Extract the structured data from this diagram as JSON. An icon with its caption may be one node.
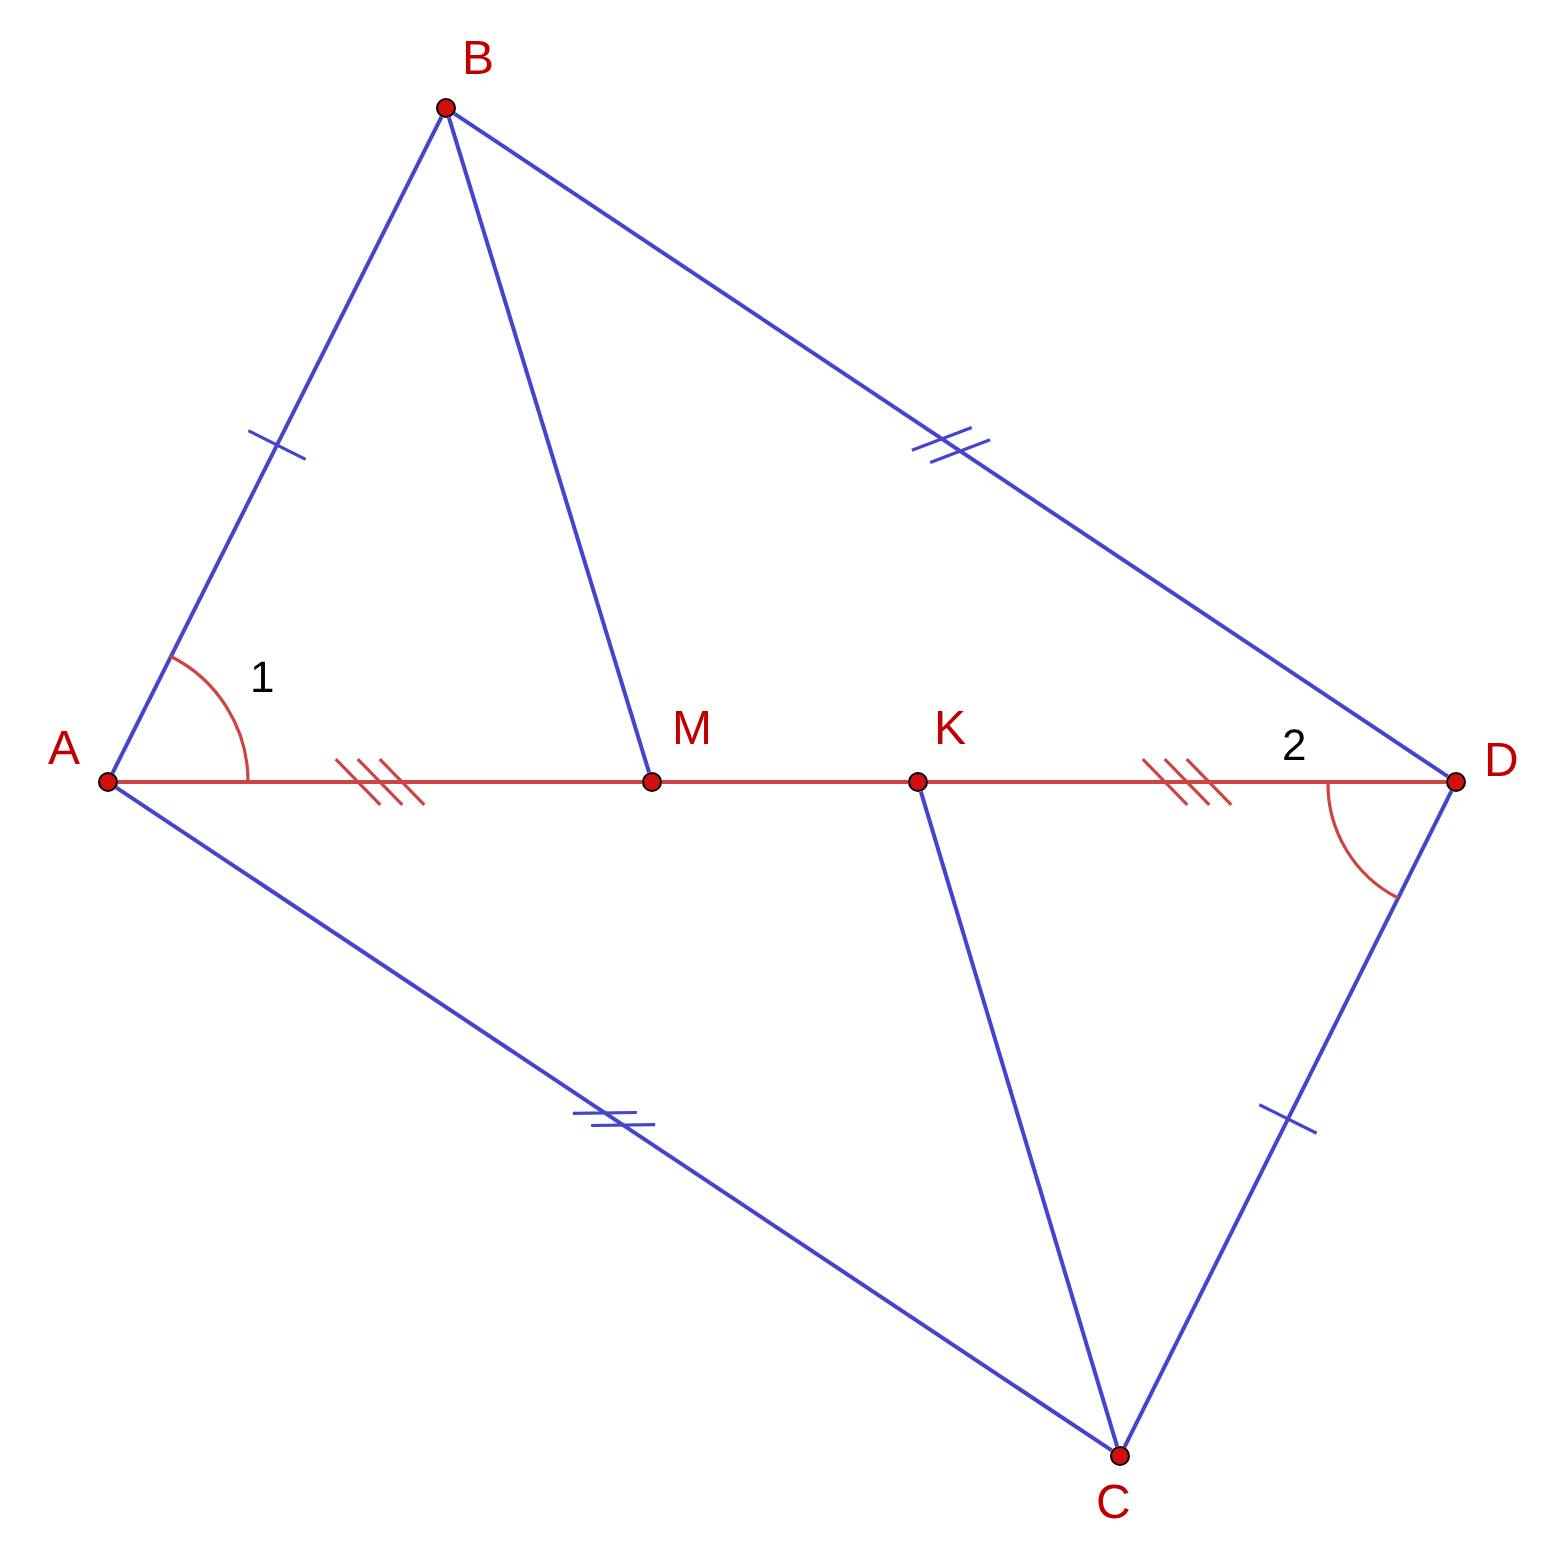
{
  "diagram": {
    "nodes": [
      {
        "text": [
          "B"
        ]
      },
      {
        "text": [
          "A"
        ]
      },
      {
        "text": [
          "M"
        ]
      },
      {
        "text": [
          "K"
        ]
      },
      {
        "text": [
          "D"
        ]
      },
      {
        "text": [
          "C"
        ]
      }
    ],
    "edges": [
      {
        "from": 1,
        "to": 0,
        "arrow": "none"
      },
      {
        "from": 0,
        "to": 2,
        "arrow": "none"
      },
      {
        "from": 0,
        "to": 4,
        "arrow": "none"
      },
      {
        "from": 1,
        "to": 2,
        "arrow": "none",
        "color": "#cc4444"
      },
      {
        "from": 2,
        "to": 3,
        "arrow": "none",
        "color": "#cc4444"
      },
      {
        "from": 3,
        "to": 4,
        "arrow": "none",
        "color": "#cc4444"
      },
      {
        "from": 1,
        "to": 5,
        "arrow": "none"
      },
      {
        "from": 3,
        "to": 5,
        "arrow": "none"
      },
      {
        "from": 4,
        "to": 5,
        "arrow": "none"
      }
    ],
    "labels": [
      "1",
      "2"
    ]
  }
}
